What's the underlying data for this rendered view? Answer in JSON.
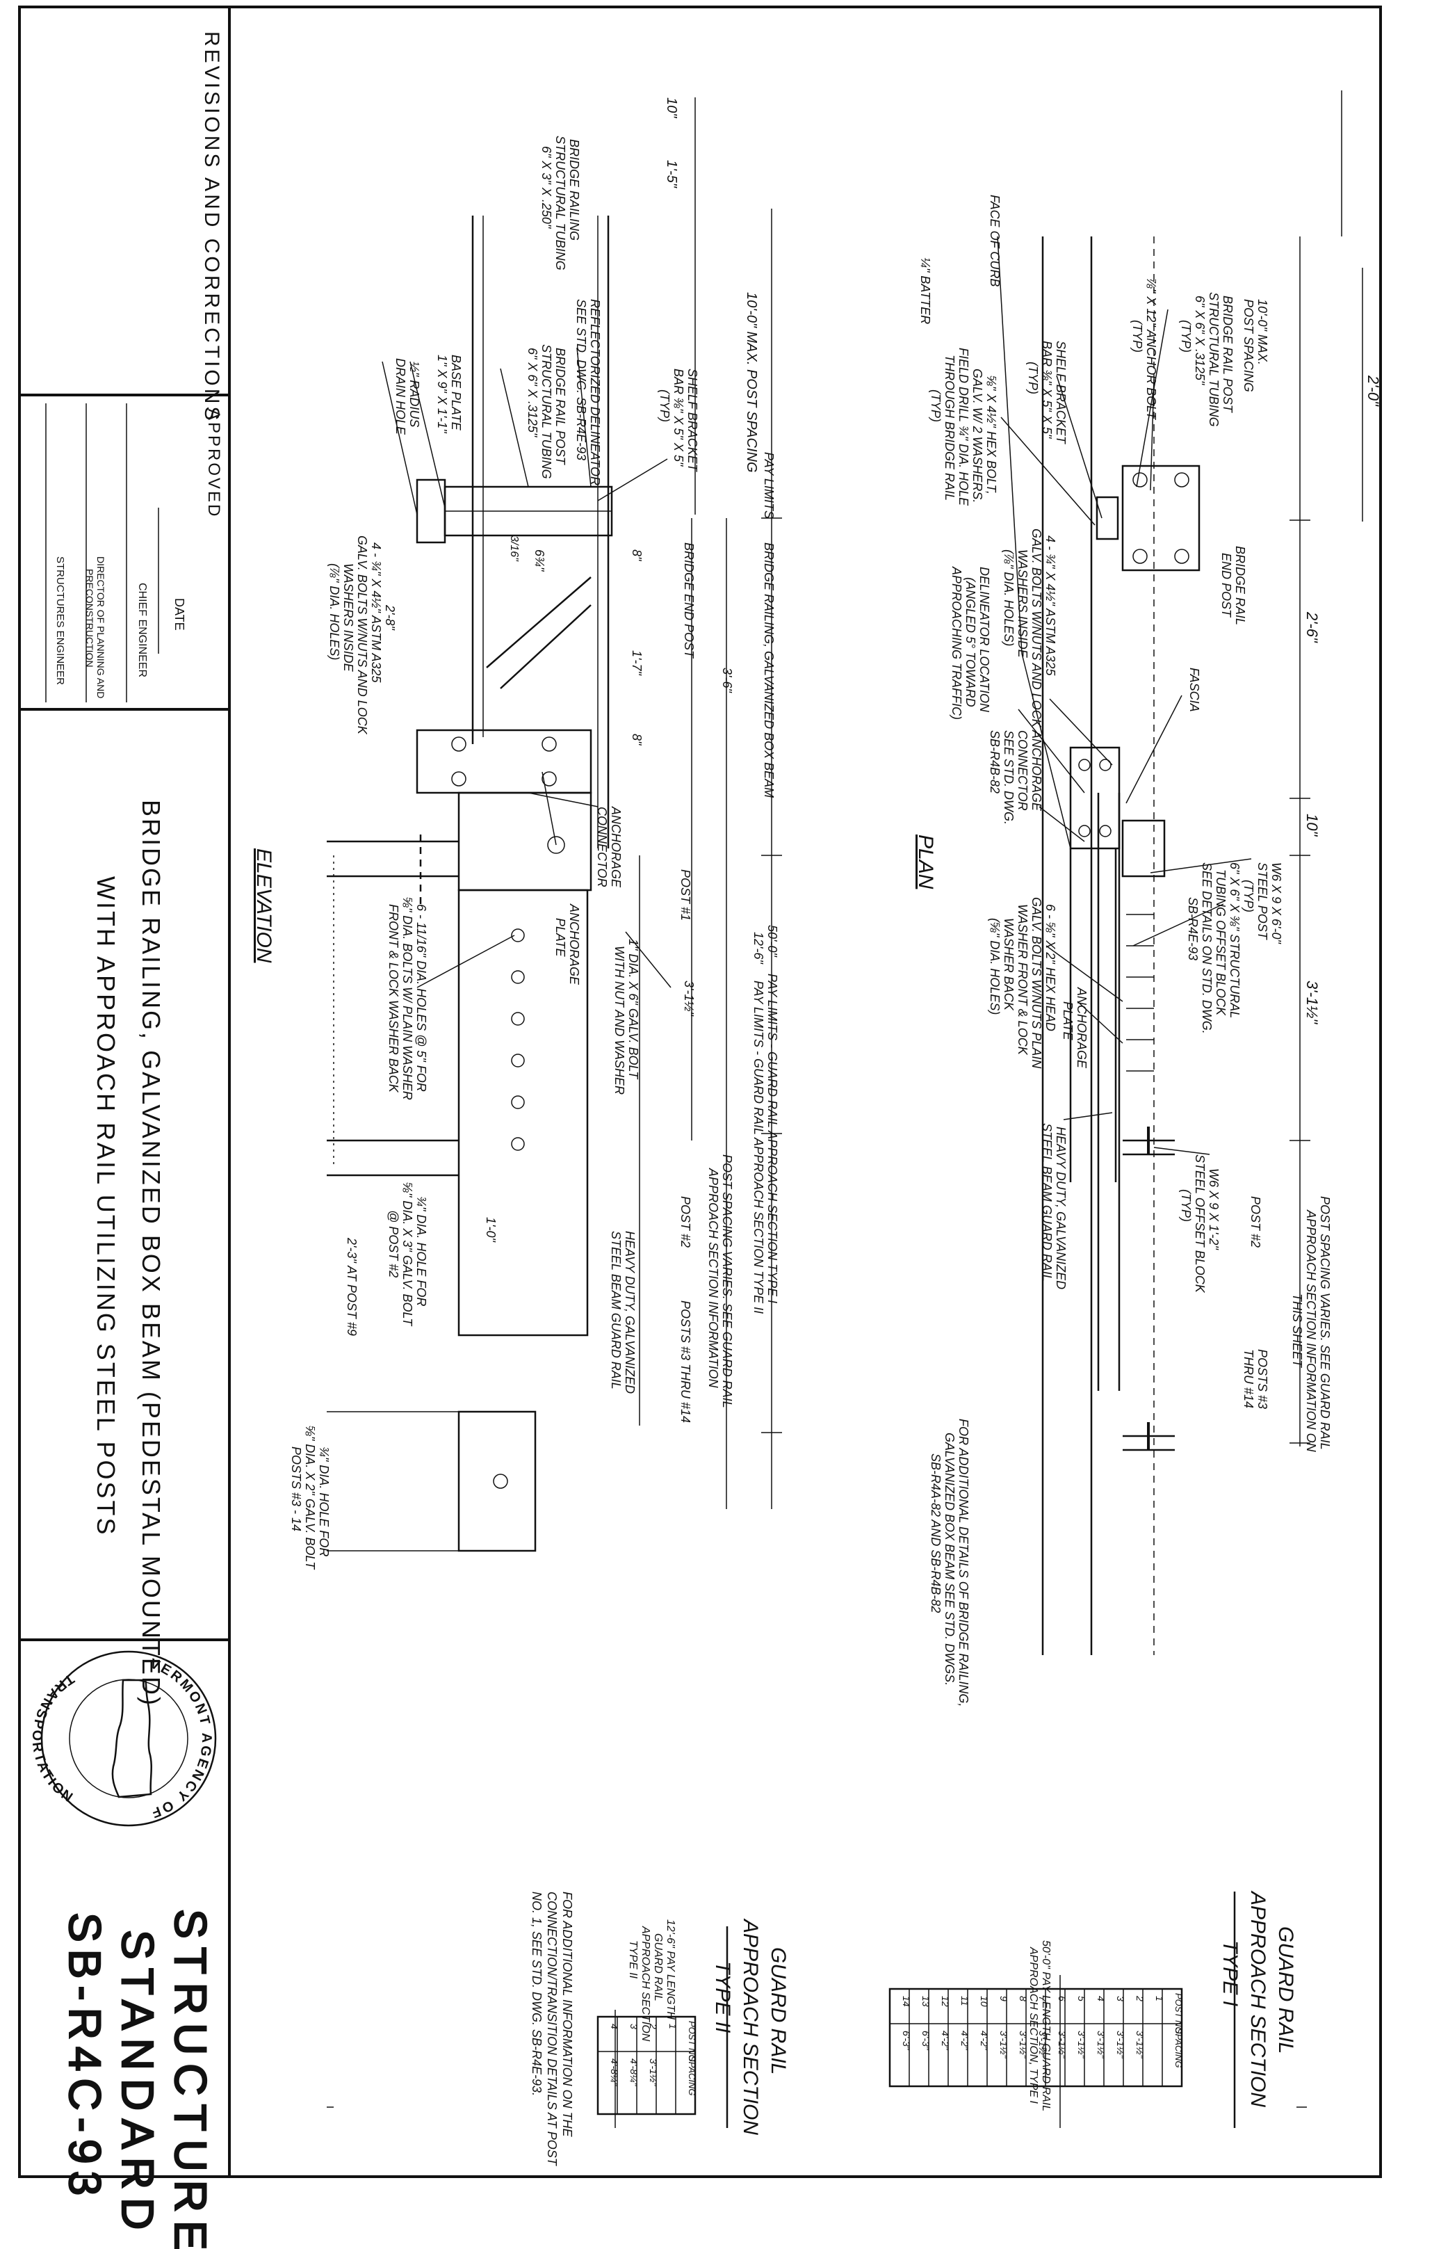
{
  "title_block": {
    "revisions": "REVISIONS AND CORRECTIONS",
    "approved": "APPROVED",
    "date": "DATE",
    "chief_engineer": "CHIEF ENGINEER",
    "director_line1": "DIRECTOR OF PLANNING AND",
    "director_line2": "PRECONSTRUCTION",
    "structures_engineer": "STRUCTURES ENGINEER",
    "title_line1": "BRIDGE RAILING, GALVANIZED BOX BEAM (PEDESTAL MOUNTED)",
    "title_line2": "WITH APPROACH RAIL UTILIZING STEEL POSTS",
    "seal_top": "VERMONT AGENCY OF",
    "seal_bottom": "TRANSPORTATION",
    "standard_line1": "STRUCTURE",
    "standard_line2": "STANDARD",
    "standard_number": "SB-R4C-93"
  },
  "plan": {
    "view_title": "PLAN",
    "labels": {
      "dim_2_0": "2'-0\"",
      "dim_2_6": "2'-6\"",
      "dim_10": "10\"",
      "dim_3_1_2": "3'-1½\"",
      "post_spacing_1": "10'-0\" MAX.",
      "post_spacing_2": "POST SPACING",
      "face_of_curb": "FACE OF CURB",
      "batter": "¼\" BATTER",
      "bridge_rail_post_1": "BRIDGE RAIL POST",
      "bridge_rail_post_2": "STRUCTURAL TUBING",
      "bridge_rail_post_3": "6\" X 6\" X .3125\"",
      "bridge_rail_post_4": "(TYP)",
      "anchor_bolt_1": "⅞\" X 12\" ANCHOR BOLT",
      "anchor_bolt_2": "(TYP)",
      "shelf_bracket_1": "SHELF BRACKET",
      "shelf_bracket_2": "BAR ⅜\" X 5\" X 5\"",
      "shelf_bracket_3": "(TYP)",
      "hex_bolt_1": "⅝\" X 4½\" HEX BOLT,",
      "hex_bolt_2": "GALV. W/ 2 WASHERS.",
      "hex_bolt_3": "FIELD DRILL ¾\" DIA. HOLE",
      "hex_bolt_4": "THROUGH BRIDGE RAIL",
      "hex_bolt_5": "(TYP)",
      "bridge_end_post_1": "BRIDGE RAIL",
      "bridge_end_post_2": "END POST",
      "a325_1": "4 - ¾\" X 4½\" ASTM A325",
      "a325_2": "GALV. BOLTS W/NUTS AND LOCK",
      "a325_3": "WASHERS INSIDE",
      "a325_4": "(⅞\" DIA. HOLES)",
      "delineator_1": "DELINEATOR LOCATION",
      "delineator_2": "(ANGLED 5° TOWARD",
      "delineator_3": "APPROACHING TRAFFIC)",
      "fascia": "FASCIA",
      "anchorage_conn_1": "ANCHORAGE",
      "anchorage_conn_2": "CONNECTOR",
      "anchorage_conn_3": "SEE STD. DWG.",
      "anchorage_conn_4": "SB-R4B-82",
      "w6_post_1": "W6 X 9 X 6'-0\"",
      "w6_post_2": "STEEL POST",
      "w6_post_3": "(TYP)",
      "tubing_offset_1": "6\" X 6\" X ⅜\" STRUCTURAL",
      "tubing_offset_2": "TUBING OFFSET BLOCK",
      "tubing_offset_3": "SEE DETAILS ON STD. DWG.",
      "tubing_offset_4": "SB-R4E-93",
      "hex_head_1": "6 - ⅝\" X 2\" HEX HEAD",
      "hex_head_2": "GALV. BOLTS W/NUTS PLAIN",
      "hex_head_3": "WASHER FRONT & LOCK",
      "hex_head_4": "WASHER BACK",
      "hex_head_5": "(⅝\" DIA. HOLES)",
      "anchorage_plate_1": "ANCHORAGE",
      "anchorage_plate_2": "PLATE",
      "heavy_duty_1": "HEAVY DUTY, GALVANIZED",
      "heavy_duty_2": "STEEL BEAM GUARD RAIL",
      "offset_block_1": "W6 X 9 X 1'-2\"",
      "offset_block_2": "STEEL OFFSET BLOCK",
      "offset_block_3": "(TYP)",
      "post_2": "POST #2",
      "posts_3_14_1": "POSTS #3",
      "posts_3_14_2": "THRU #14",
      "spacing_varies_1": "POST SPACING VARIES. SEE GUARD RAIL",
      "spacing_varies_2": "APPROACH SECTION INFORMATION ON",
      "spacing_varies_3": "THIS SHEET",
      "additional_1": "FOR ADDITIONAL DETAILS OF BRIDGE RAILING,",
      "additional_2": "GALVANIZED BOX BEAM SEE STD. DWGS.",
      "additional_3": "SB-R4A-82 AND SB-R4B-82"
    }
  },
  "elevation": {
    "view_title": "ELEVATION",
    "labels": {
      "dim_10": "10\"",
      "dim_1_5": "1'-5\"",
      "max_post_spacing": "10'-0\" MAX. POST SPACING",
      "bridge_railing_1": "BRIDGE RAILING",
      "bridge_railing_2": "STRUCTURAL TUBING",
      "bridge_railing_3": "6\" X 3\" X .250\"",
      "reflectorized_1": "REFLECTORIZED DELINEATOR",
      "reflectorized_2": "SEE STD. DWG. SB-R4E-93",
      "bridge_rail_post_1": "BRIDGE RAIL POST",
      "bridge_rail_post_2": "STRUCTURAL TUBING",
      "bridge_rail_post_3": "6\" X 6\" X .3125\"",
      "shelf_bracket_1": "SHELF BRACKET",
      "shelf_bracket_2": "BAR ⅜\" X 5\" X 5\"",
      "shelf_bracket_3": "(TYP)",
      "base_plate_1": "BASE PLATE",
      "base_plate_2": "1\" X 9\" X 1'-1\"",
      "radius_1": "½\" RADIUS",
      "radius_2": "DRAIN HOLE",
      "dim_6_3_4": "6¾\"",
      "dim_3_16": "3/16\"",
      "dim_2_8": "2'-8\"",
      "a325_1": "4 - ¾\" X 4½\" ASTM A325",
      "a325_2": "GALV. BOLTS W/NUTS AND LOCK",
      "a325_3": "WASHERS INSIDE",
      "a325_4": "(⅞\" DIA. HOLES)",
      "pay_limits": "PAY LIMITS",
      "bridge_railing_galv": "BRIDGE RAILING, GALVANIZED BOX BEAM",
      "bridge_end_post": "BRIDGE END POST",
      "dim_8": "8\"",
      "dim_1_7": "1'-7\"",
      "dim_8b": "8\"",
      "dim_3_6": "3'-6\"",
      "anchorage_connector_1": "ANCHORAGE",
      "anchorage_connector_2": "CONNECTOR",
      "anchorage_plate_1": "ANCHORAGE",
      "anchorage_plate_2": "PLATE",
      "post_1": "POST #1",
      "galv_bolt_1": "1\" DIA. X 6\" GALV. BOLT",
      "galv_bolt_2": "WITH NUT AND WASHER",
      "holes_1": "6 - 11/16\" DIA. HOLES @ 5\" FOR",
      "holes_2": "⅝\" DIA. BOLTS W/ PLAIN WASHER",
      "holes_3": "FRONT & LOCK WASHER BACK",
      "dim_3_1_2": "3'-1½\"",
      "dim_50_0": "50'-0\"",
      "pay_limits_type1": "PAY LIMITS - GUARD RAIL APPROACH SECTION TYPE I",
      "dim_12_6": "12'-6\"",
      "pay_limits_type2": "PAY LIMITS - GUARD RAIL APPROACH SECTION TYPE II",
      "post_2": "POST #2",
      "hole_post2_1": "¾\" DIA. HOLE FOR",
      "hole_post2_2": "⅝\" DIA. X 3\" GALV. BOLT",
      "hole_post2_3": "@ POST #2",
      "dim_1_0": "1'-0\"",
      "spacing_varies_1": "POST SPACING VARIES. SEE GUARD RAIL",
      "spacing_varies_2": "APPROACH SECTION INFORMATION",
      "heavy_duty_1": "HEAVY DUTY, GALVANIZED",
      "heavy_duty_2": "STEEL BEAM GUARD RAIL",
      "posts_3_14": "POSTS #3 THRU #14",
      "dim_2_3": "2'-3\" AT POST #9",
      "hole_posts_1": "¾\" DIA. HOLE FOR",
      "hole_posts_2": "⅝\" DIA. X 2\" GALV. BOLT",
      "hole_posts_3": "POSTS #3 - 14"
    }
  },
  "table_type1": {
    "title_line1": "GUARD RAIL",
    "title_line2": "APPROACH SECTION",
    "title_line3": "TYPE I",
    "headers": [
      "POST NO.",
      "SPACING"
    ],
    "rows": [
      [
        "1",
        ""
      ],
      [
        "2",
        "3'-1½\""
      ],
      [
        "3",
        "3'-1½\""
      ],
      [
        "4",
        "3'-1½\""
      ],
      [
        "5",
        "3'-1½\""
      ],
      [
        "6",
        "3'-1½\""
      ],
      [
        "7",
        "3'-1½\""
      ],
      [
        "8",
        "3'-1½\""
      ],
      [
        "9",
        "3'-1½\""
      ],
      [
        "10",
        "4'-2\""
      ],
      [
        "11",
        "4'-2\""
      ],
      [
        "12",
        "4'-2\""
      ],
      [
        "13",
        "6'-3\""
      ],
      [
        "14",
        "6'-3\""
      ]
    ],
    "bracket_line1": "50'-0\" PAY LENGTH GUARD RAIL",
    "bracket_line2": "APPROACH SECTION, TYPE I"
  },
  "table_type2": {
    "title_line1": "GUARD RAIL",
    "title_line2": "APPROACH SECTION",
    "title_line3": "TYPE II",
    "headers": [
      "POST NO.",
      "SPACING"
    ],
    "rows": [
      [
        "1",
        ""
      ],
      [
        "2",
        "3'-1½\""
      ],
      [
        "3",
        "4'-8¼\""
      ],
      [
        "4",
        "4'-8¼\""
      ]
    ],
    "bracket_line1": "12'-6\" PAY LENGTH",
    "bracket_line2": "GUARD RAIL",
    "bracket_line3": "APPROACH SECTION",
    "bracket_line4": "TYPE II",
    "note_line1": "FOR ADDITIONAL INFORMATION ON THE",
    "note_line2": "CONNECTION/TRANSITION DETAILS AT POST",
    "note_line3": "NO. 1, SEE STD. DWG. SB-R4E-93."
  },
  "colors": {
    "ink": "#111111",
    "paper": "#ffffff"
  }
}
